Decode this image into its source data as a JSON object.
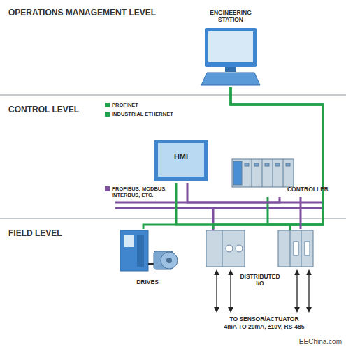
{
  "diagram": {
    "nodes": [
      {
        "text": [
          "OPERATIONS MANAGEMENT LEVEL"
        ]
      },
      {
        "text": [
          "CONTROL LEVEL"
        ]
      },
      {
        "text": [
          "FIELD LEVEL"
        ]
      },
      {
        "text": [
          "ENGINEERING STATION"
        ],
        "in": 0
      },
      {
        "text": [
          "HMI"
        ],
        "in": 1
      },
      {
        "text": [
          "CONTROLLER"
        ],
        "in": 1
      },
      {
        "text": [
          "DRIVES"
        ],
        "in": 2
      },
      {
        "text": [
          "DISTRIBUTED I/O"
        ],
        "in": 2
      }
    ],
    "edges": [
      {
        "from": 3,
        "to": 4,
        "arrow": "none"
      },
      {
        "from": 3,
        "to": 5,
        "arrow": "none"
      },
      {
        "from": 3,
        "to": 6,
        "arrow": "none"
      },
      {
        "from": 3,
        "to": 7,
        "arrow": "none"
      },
      {
        "from": 5,
        "to": 4,
        "arrow": "none"
      },
      {
        "from": 5,
        "to": 7,
        "arrow": "none"
      }
    ],
    "labels": [
      "TO SENSOR/ACTUATOR",
      "4mA TO 20mA, ±10V, RS-485",
      "EEChina.com"
    ],
    "legend": [
      {
        "text": "PROFINET",
        "color": "#22a14a"
      },
      {
        "text": "INDUSTRIAL ETHERNET",
        "color": "#22a14a"
      },
      {
        "text": "PROFIBUS, MODBUS, INTERBUS, ETC.",
        "color": "#7d4f9e"
      }
    ]
  }
}
